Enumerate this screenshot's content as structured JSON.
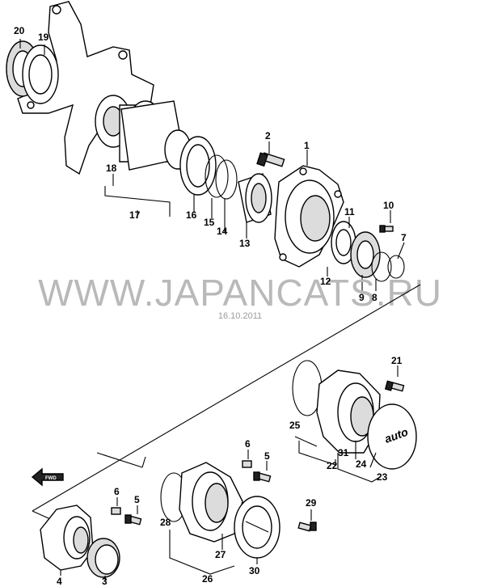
{
  "watermark": "WWW.JAPANCATS.RU",
  "date": "16.10.2011",
  "fwd_label": "FWD",
  "hub_logo": "auto",
  "callouts": {
    "c1": "1",
    "c2": "2",
    "c7": "7",
    "c8": "8",
    "c9": "9",
    "c10": "10",
    "c11": "11",
    "c12": "12",
    "c13": "13",
    "c14": "14",
    "c15": "15",
    "c16": "16",
    "c17": "17",
    "c18": "18",
    "c19": "19",
    "c20": "20",
    "c21": "21",
    "c22": "22",
    "c23": "23",
    "c24": "24",
    "c25": "25",
    "c31": "31",
    "c6a": "6",
    "c5a": "5",
    "c26": "26",
    "c27": "27",
    "c28": "28",
    "c29": "29",
    "c30": "30",
    "c6b": "6",
    "c5b": "5",
    "c4": "4",
    "c3": "3"
  }
}
